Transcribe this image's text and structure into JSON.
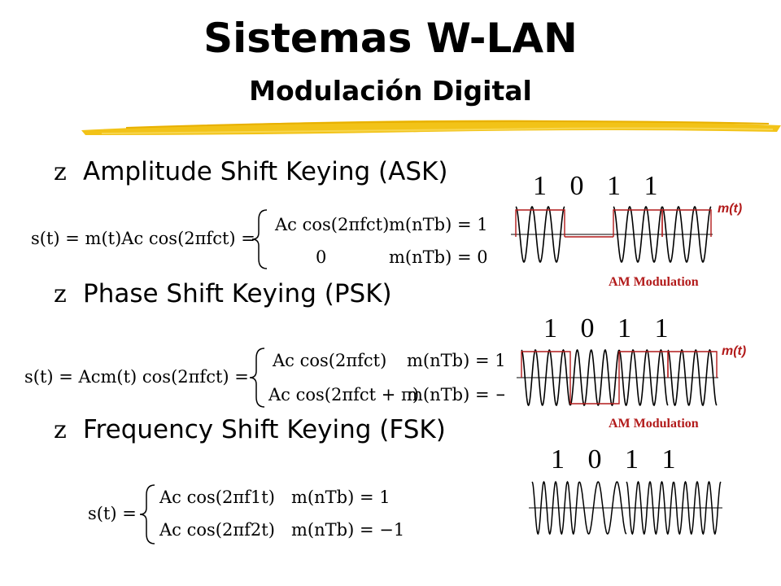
{
  "slide": {
    "title": "Sistemas W-LAN",
    "subtitle": "Modulación Digital"
  },
  "bullets": [
    {
      "icon": "z",
      "text": "Amplitude Shift Keying (ASK)"
    },
    {
      "icon": "z",
      "text": "Phase Shift Keying (PSK)"
    },
    {
      "icon": "z",
      "text": "Frequency Shift Keying (FSK)"
    }
  ],
  "equations": {
    "ask": {
      "lhs": "s(t) = m(t)Ac cos(2πfct) =",
      "case1_expr": "Ac cos(2πfct)",
      "case1_cond": "m(nTb) = 1",
      "case2_expr": "0",
      "case2_cond": "m(nTb) = 0"
    },
    "psk": {
      "lhs": "s(t) = Acm(t) cos(2πfct) =",
      "case1_expr": "Ac cos(2πfct)",
      "case1_cond": "m(nTb) = 1",
      "case2_expr": "Ac cos(2πfct + π)",
      "case2_cond": "m(nTb) = −1"
    },
    "fsk": {
      "lhs": "s(t) =",
      "case1_expr": "Ac cos(2πf1t)",
      "case1_cond": "m(nTb) = 1",
      "case2_expr": "Ac cos(2πf2t)",
      "case2_cond": "m(nTb) = −1"
    }
  },
  "diagrams": {
    "ask": {
      "bits": "1 0 1 1",
      "bit_values": [
        1,
        0,
        1,
        1
      ],
      "signal_label": "m(t)",
      "caption": "AM Modulation"
    },
    "psk": {
      "bits": "1 0 1 1",
      "bit_values": [
        1,
        0,
        1,
        1
      ],
      "signal_label": "m(t)",
      "caption": "AM Modulation"
    },
    "fsk": {
      "bits": "1 0 1 1",
      "bit_values": [
        1,
        0,
        1,
        1
      ]
    }
  },
  "colors": {
    "accent": "#b21a1a",
    "brush": "#f2c318"
  }
}
